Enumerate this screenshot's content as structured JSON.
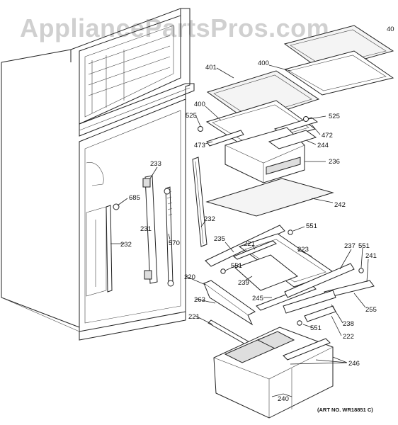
{
  "watermark": "AppliancePartsPros.com",
  "art_number": "(ART NO. WR18851 C)",
  "callouts": {
    "p401a": "401",
    "p401b": "40",
    "p400a": "400",
    "p400b": "400",
    "p525a": "525",
    "p525b": "525",
    "p472": "472",
    "p473": "473",
    "p244": "244",
    "p236": "236",
    "p242": "242",
    "p233": "233",
    "p685": "685",
    "p231": "231",
    "p570": "570",
    "p232a": "232",
    "p232b": "232",
    "p235": "235",
    "p221a": "221",
    "p223": "223",
    "p551a": "551",
    "p551b": "551",
    "p551c": "551",
    "p551d": "551",
    "p237": "237",
    "p241": "241",
    "p220": "220",
    "p239": "239",
    "p263": "263",
    "p245": "245",
    "p255": "255",
    "p238": "238",
    "p222": "222",
    "p221b": "221",
    "p246": "246",
    "p240": "240"
  }
}
